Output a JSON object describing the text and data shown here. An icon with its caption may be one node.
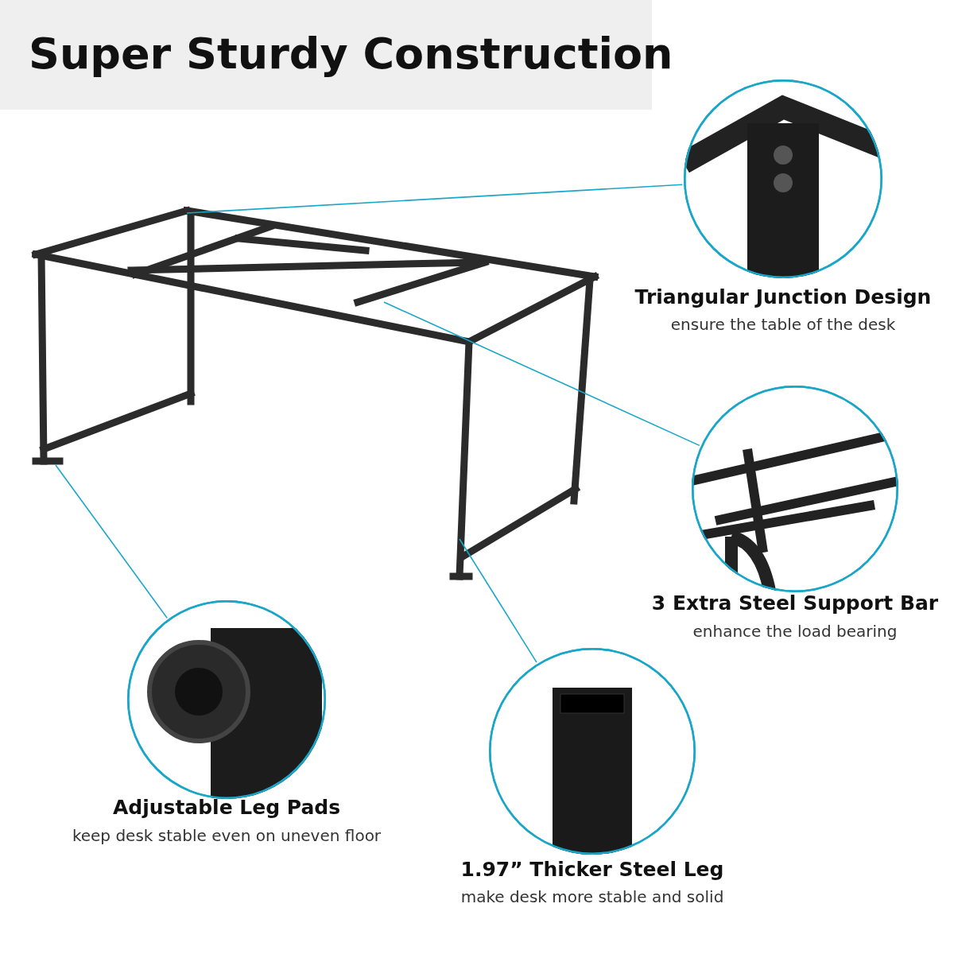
{
  "diagram": {
    "title": "Super Sturdy Construction",
    "nodes": [
      {
        "text": [
          "Triangular Junction Design",
          "ensure the table of the desk"
        ]
      },
      {
        "text": [
          "3 Extra Steel Support Bar",
          "enhance the load bearing"
        ]
      },
      {
        "text": [
          "Adjustable Leg Pads",
          "keep desk stable even on uneven floor"
        ]
      },
      {
        "text": [
          "1.97” Thicker Steel Leg",
          "make desk more stable and solid"
        ]
      }
    ],
    "edges": [
      {
        "from": 0,
        "to": null,
        "arrow": "none"
      },
      {
        "from": 1,
        "to": null,
        "arrow": "none"
      },
      {
        "from": 2,
        "to": null,
        "arrow": "none"
      },
      {
        "from": 3,
        "to": null,
        "arrow": "none"
      }
    ]
  }
}
